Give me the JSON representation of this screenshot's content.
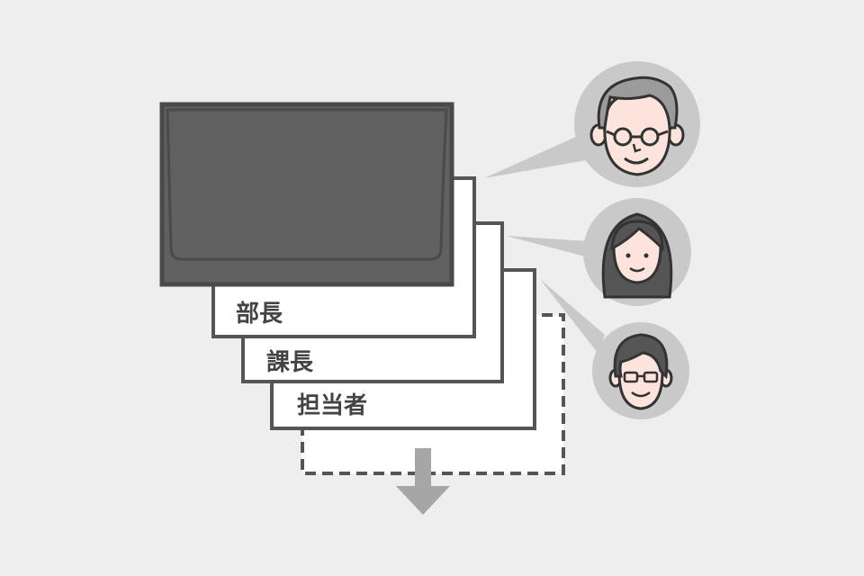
{
  "layers": [
    {
      "id": "bucho",
      "label": "部長"
    },
    {
      "id": "kacho",
      "label": "課長"
    },
    {
      "id": "tanto",
      "label": "担当者"
    }
  ],
  "avatars": [
    {
      "id": "senior-man",
      "icon": "senior-man-with-glasses-avatar-icon"
    },
    {
      "id": "woman",
      "icon": "woman-avatar-icon"
    },
    {
      "id": "young-man",
      "icon": "young-man-with-glasses-avatar-icon"
    }
  ],
  "colors": {
    "background": "#eeeeee",
    "stroke": "#555555",
    "top_card": "#606060",
    "circle": "#c9c9c9",
    "arrow": "#a6a6a6",
    "skin": "#fce3dc"
  }
}
